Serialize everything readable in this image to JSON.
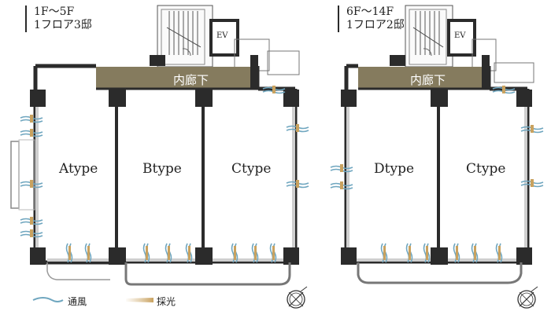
{
  "left_plan": {
    "floors": "1F～5F",
    "units_per_floor": "1フロア3邸",
    "corridor": "内廊下",
    "elevator": "EV",
    "units": [
      "Atype",
      "Btype",
      "Ctype"
    ]
  },
  "right_plan": {
    "floors": "6F～14F",
    "units_per_floor": "1フロア2邸",
    "corridor": "内廊下",
    "elevator": "EV",
    "units": [
      "Dtype",
      "Ctype"
    ]
  },
  "legend": {
    "ventilation": "通風",
    "daylight": "採光"
  },
  "colors": {
    "wall": "#2b2b2b",
    "corridor": "#857b5e",
    "ventilation_arrow": "#6fa6bf",
    "daylight_arrow": "#d4b37e"
  }
}
